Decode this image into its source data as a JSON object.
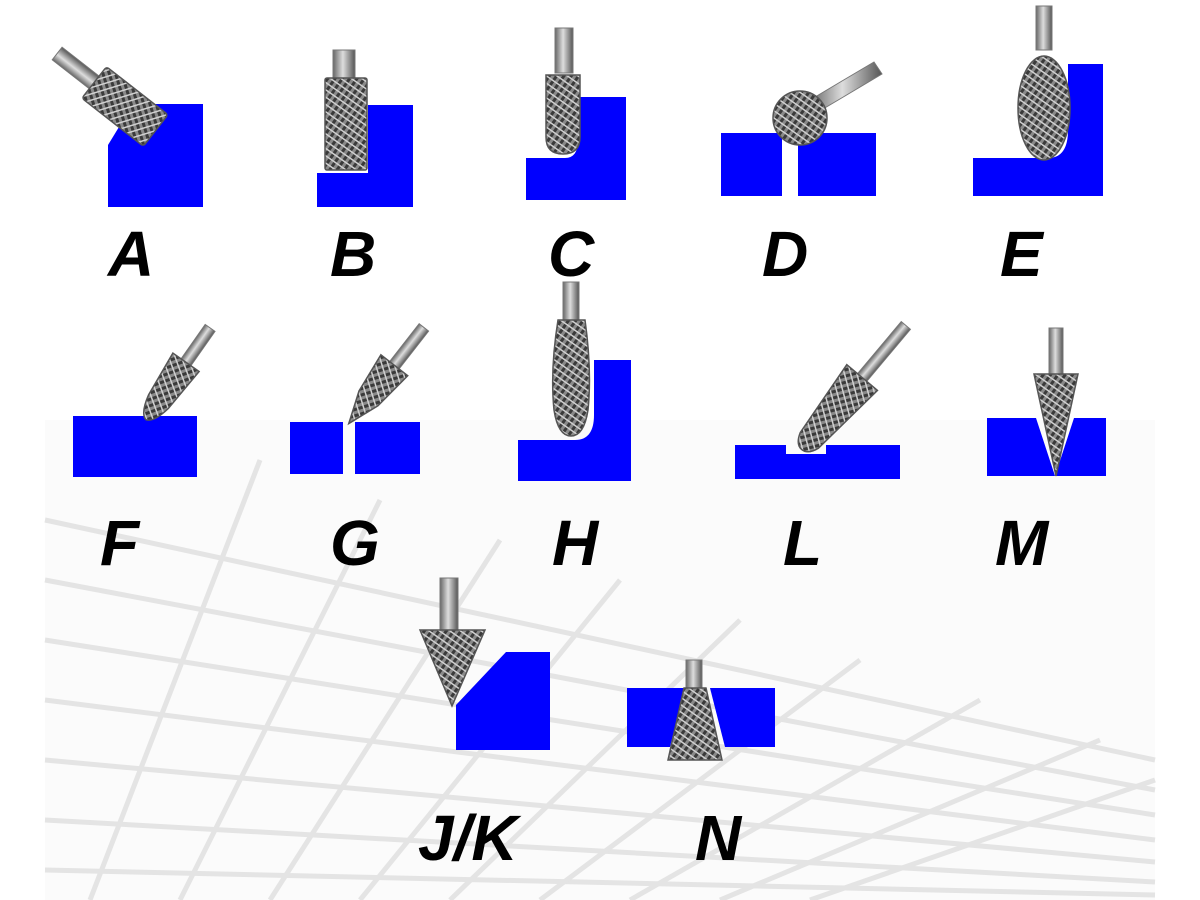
{
  "colors": {
    "workpiece": "#0000ff",
    "background": "#ffffff",
    "label": "#000000",
    "burr": "#6e6e6e"
  },
  "shapes": [
    {
      "id": "A",
      "label": "A"
    },
    {
      "id": "B",
      "label": "B"
    },
    {
      "id": "C",
      "label": "C"
    },
    {
      "id": "D",
      "label": "D"
    },
    {
      "id": "E",
      "label": "E"
    },
    {
      "id": "F",
      "label": "F"
    },
    {
      "id": "G",
      "label": "G"
    },
    {
      "id": "H",
      "label": "H"
    },
    {
      "id": "L",
      "label": "L"
    },
    {
      "id": "M",
      "label": "M"
    },
    {
      "id": "JK",
      "label": "J/K"
    },
    {
      "id": "N",
      "label": "N"
    }
  ]
}
